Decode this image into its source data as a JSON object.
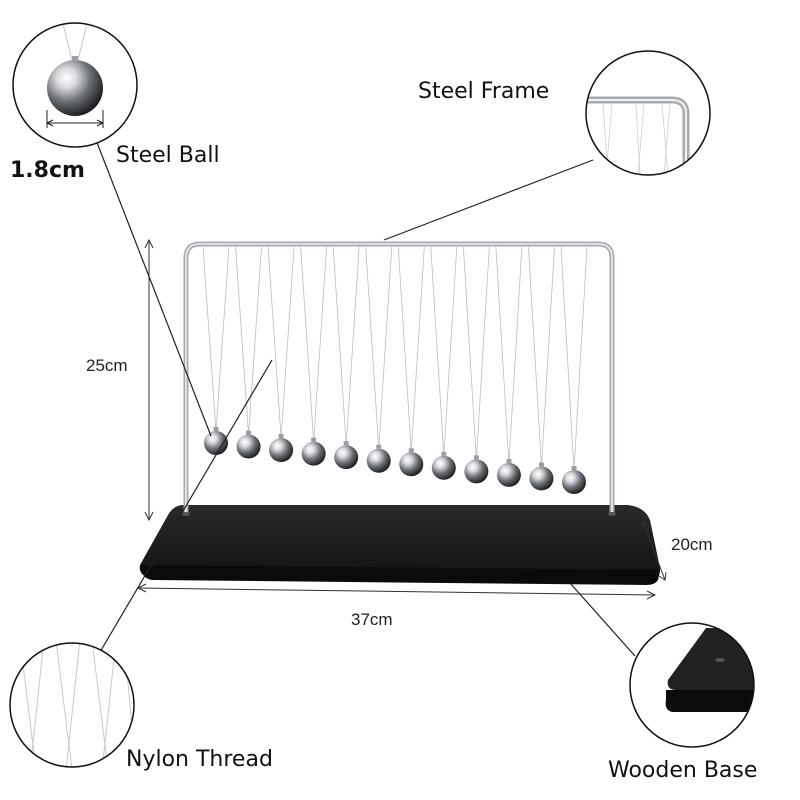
{
  "callouts": {
    "steel_ball": "Steel Ball",
    "steel_frame": "Steel Frame",
    "nylon_thread": "Nylon Thread",
    "wooden_base": "Wooden Base"
  },
  "dimensions": {
    "ball_diameter": "1.8cm",
    "height": "25cm",
    "depth": "20cm",
    "width": "37cm"
  },
  "product": {
    "ball_count": 12
  },
  "colors": {
    "steel": "#b9bcc1",
    "base": "#151515",
    "line": "#222222",
    "background": "#ffffff"
  }
}
